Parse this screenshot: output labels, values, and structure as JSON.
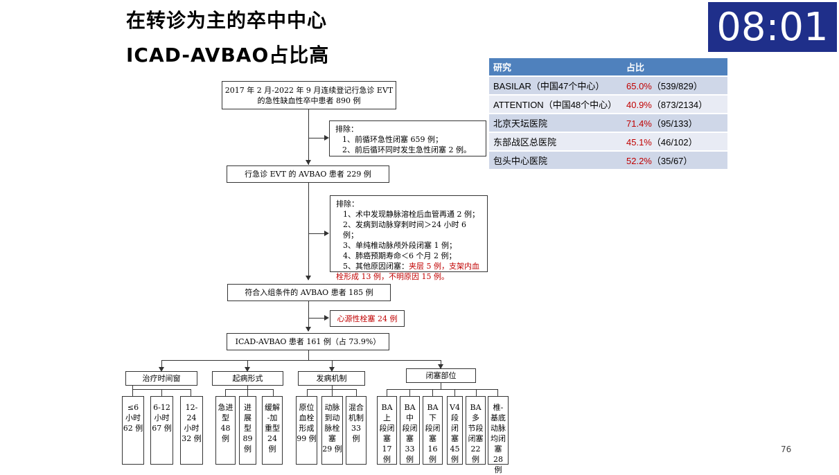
{
  "title_line1": "在转诊为主的卒中中心",
  "title_line2": "ICAD-AVBAO占比高",
  "timer": "08:01",
  "page_number": "76",
  "table": {
    "headers": [
      "研究",
      "占比"
    ],
    "rows": [
      {
        "study": "BASILAR（中国47个中心）",
        "pct": "65.0%",
        "count": "（539/829）"
      },
      {
        "study": "ATTENTION（中国48个中心）",
        "pct": "40.9%",
        "count": "（873/2134）"
      },
      {
        "study": "北京天坛医院",
        "pct": "71.4%",
        "count": "（95/133）"
      },
      {
        "study": "东部战区总医院",
        "pct": "45.1%",
        "count": "（46/102）"
      },
      {
        "study": "包头中心医院",
        "pct": "52.2%",
        "count": "（35/67）"
      }
    ]
  },
  "flow": {
    "box1_l1": "2017 年 2 月-2022 年 9 月连续登记行急诊 EVT",
    "box1_l2": "的急性缺血性卒中患者 890 例",
    "excl1_title": "排除：",
    "excl1_items": [
      "1、前循环急性闭塞 659 例；",
      "2、前后循环同时发生急性闭塞 2 例。"
    ],
    "box2": "行急诊 EVT 的 AVBAO 患者 229 例",
    "excl2_title": "排除：",
    "excl2_items": [
      "1、术中发现静脉溶栓后血管再通 2 例；",
      "2、发病到动脉穿刺时间＞24 小时 6 例；",
      "3、单纯椎动脉颅外段闭塞 1 例；",
      "4、肺癌预期寿命＜6 个月 2 例；"
    ],
    "excl2_item5_prefix": "5、其他原因闭塞：",
    "excl2_item5_red1": "夹层 5 例，支架内血",
    "excl2_item5_red2": "栓形成 13 例，不明原因 15 例。",
    "box3": "符合入组条件的 AVBAO 患者 185 例",
    "box_cardio": "心源性栓塞 24 例",
    "box_icad": "ICAD-AVBAO 患者 161 例（占 73.9%）",
    "categories": [
      "治疗时间窗",
      "起病形式",
      "发病机制",
      "闭塞部位"
    ],
    "leaves_time": [
      "≤6\n小时\n62 例",
      "6-12\n小时\n67 例",
      "12-24\n小时\n32 例"
    ],
    "leaves_onset": [
      "急进\n型\n48 例",
      "进\n展\n型\n89\n例",
      "缓解\n-加\n重型\n24 例"
    ],
    "leaves_mech": [
      "原位\n血栓\n形成\n99 例",
      "动脉\n到动\n脉栓\n塞\n29 例",
      "混合\n机制\n33 例"
    ],
    "leaves_site": [
      "BA 上\n段闭\n塞\n17 例",
      "BA 中\n段闭\n塞\n33 例",
      "BA 下\n段闭\n塞\n16 例",
      "V4\n段\n闭\n塞\n45\n例",
      "BA 多\n节段\n闭塞\n22 例",
      "椎-\n基底\n动脉\n均闭\n塞\n28 例"
    ]
  },
  "colors": {
    "timer_bg": "#1f2f8a",
    "table_header": "#4f81bd",
    "highlight_red": "#c00000"
  }
}
